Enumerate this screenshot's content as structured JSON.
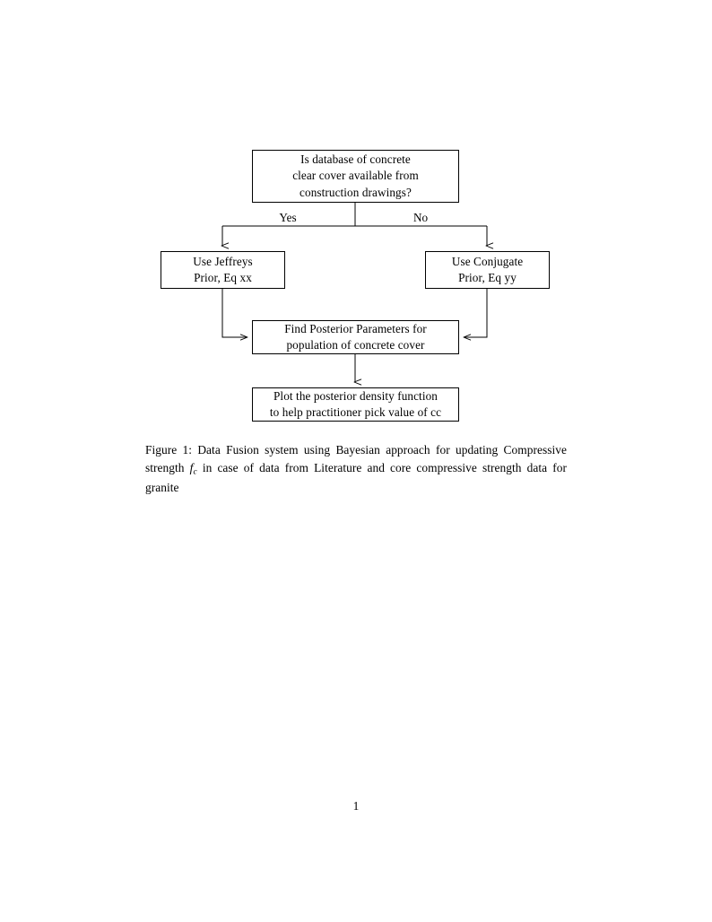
{
  "document": {
    "page_number": "1",
    "background_color": "#ffffff",
    "text_color": "#000000"
  },
  "figure": {
    "nodes": {
      "decision": {
        "id": "decision",
        "lines": [
          "Is database of concrete",
          "clear cover available from",
          "construction drawings?"
        ],
        "line1": "Is database of concrete",
        "line2": "clear cover available from",
        "line3": "construction drawings?"
      },
      "jeffreys": {
        "id": "jeffreys",
        "line1": "Use Jeffreys",
        "line2": "Prior, Eq xx"
      },
      "conjugate": {
        "id": "conjugate",
        "line1": "Use Conjugate",
        "line2": "Prior, Eq yy"
      },
      "posterior": {
        "id": "posterior",
        "line1": "Find Posterior Parameters for",
        "line2": "population of concrete cover"
      },
      "plot": {
        "id": "plot",
        "line1": "Plot the posterior density function",
        "line2": "to help practitioner pick value of cc"
      }
    },
    "edges": [
      {
        "from": "decision",
        "to": "jeffreys",
        "label": "Yes"
      },
      {
        "from": "decision",
        "to": "conjugate",
        "label": "No"
      },
      {
        "from": "jeffreys",
        "to": "posterior",
        "label": ""
      },
      {
        "from": "conjugate",
        "to": "posterior",
        "label": ""
      },
      {
        "from": "posterior",
        "to": "plot",
        "label": ""
      }
    ],
    "edge_labels": {
      "yes": "Yes",
      "no": "No"
    },
    "line_color": "#000000",
    "box_fill": "#ffffff"
  },
  "caption": {
    "label": "Figure 1:",
    "text_before_math": " Data Fusion system using Bayesian approach for updating Compressive strength ",
    "math_var": "f",
    "math_sub": "c",
    "text_after_math": " in case of data from Literature and core compressive strength data for granite"
  }
}
